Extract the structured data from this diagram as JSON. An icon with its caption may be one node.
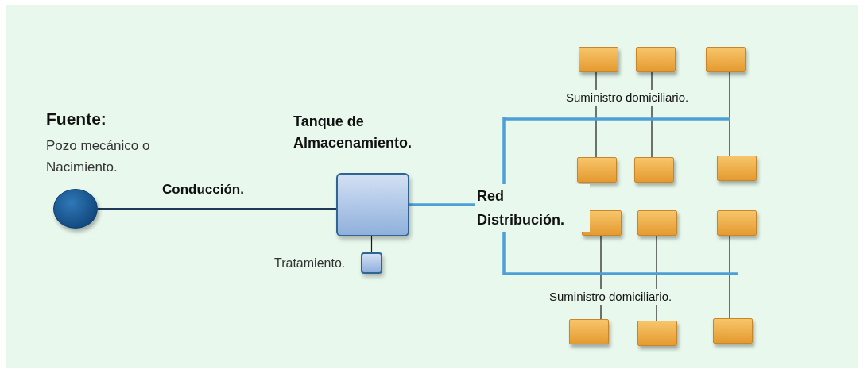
{
  "diagram": {
    "nodes": [
      {
        "text": [],
        "shape": "circle",
        "beside": [
          "Fuente:",
          "Pozo mecánico o Nacimiento."
        ]
      },
      {
        "text": [],
        "shape": "box",
        "beside": [
          "Tanque de Almacenamiento."
        ]
      },
      {
        "text": [],
        "shape": "box",
        "beside": [
          "Tratamiento."
        ]
      },
      {
        "text": [],
        "shape": "box"
      },
      {
        "text": [],
        "shape": "box"
      },
      {
        "text": [],
        "shape": "box"
      },
      {
        "text": [],
        "shape": "box"
      },
      {
        "text": [],
        "shape": "box"
      },
      {
        "text": [],
        "shape": "box"
      },
      {
        "text": [],
        "shape": "box"
      },
      {
        "text": [],
        "shape": "box"
      },
      {
        "text": [],
        "shape": "box"
      },
      {
        "text": [],
        "shape": "box"
      },
      {
        "text": [],
        "shape": "box"
      },
      {
        "text": [],
        "shape": "box"
      }
    ],
    "edges": [
      {
        "from": 0,
        "to": 1,
        "arrow": "none",
        "label": "Conducción."
      },
      {
        "from": 1,
        "to": 2,
        "arrow": "none"
      },
      {
        "from": 1,
        "to": 3,
        "arrow": "none"
      },
      {
        "from": 1,
        "to": 4,
        "arrow": "none"
      },
      {
        "from": 1,
        "to": 5,
        "arrow": "none"
      },
      {
        "from": 1,
        "to": 6,
        "arrow": "none"
      },
      {
        "from": 1,
        "to": 7,
        "arrow": "none"
      },
      {
        "from": 1,
        "to": 8,
        "arrow": "none"
      },
      {
        "from": 1,
        "to": 9,
        "arrow": "none"
      },
      {
        "from": 1,
        "to": 10,
        "arrow": "none"
      },
      {
        "from": 1,
        "to": 11,
        "arrow": "none"
      },
      {
        "from": 1,
        "to": 12,
        "arrow": "none"
      },
      {
        "from": 1,
        "to": 13,
        "arrow": "none"
      },
      {
        "from": 1,
        "to": 14,
        "arrow": "none"
      }
    ],
    "labels": [
      "Suministro domiciliario.",
      "Red Distribución.",
      "Suministro domiciliario."
    ]
  }
}
